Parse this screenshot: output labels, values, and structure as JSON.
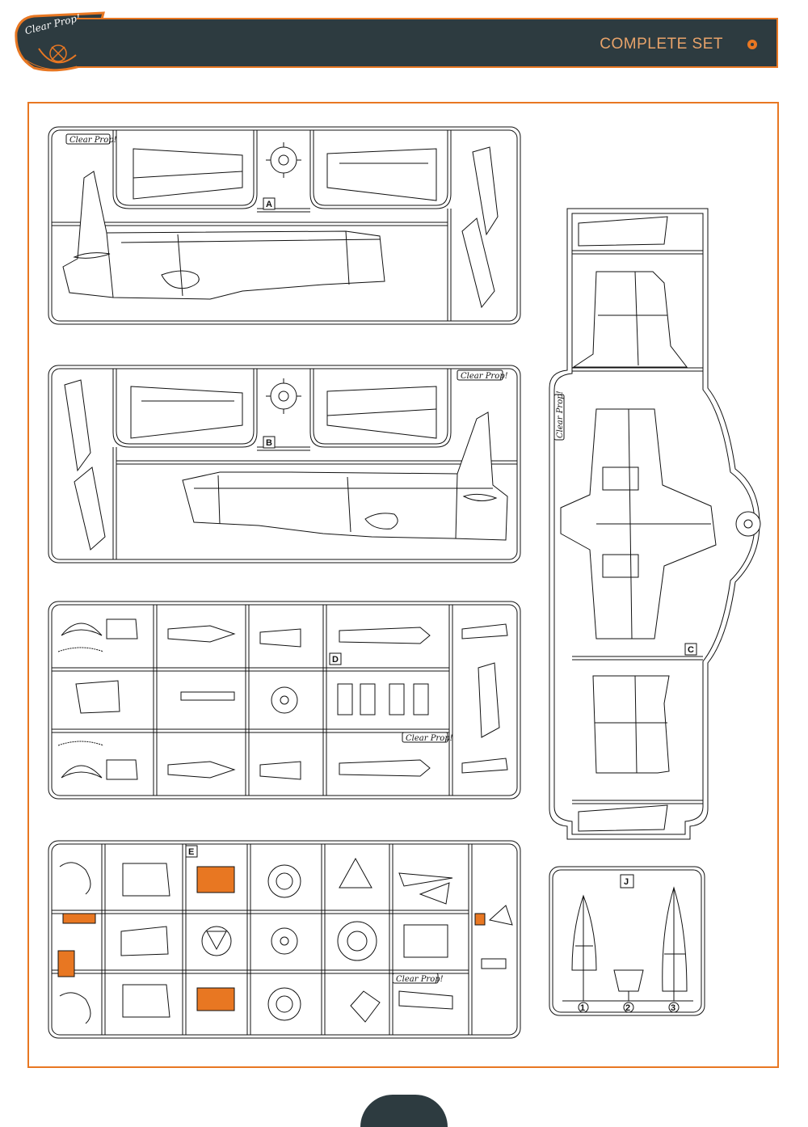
{
  "header": {
    "logo_text": "Clear Prop!",
    "set_label": "COMPLETE SET"
  },
  "sprues": {
    "a": {
      "letter": "A",
      "logo": "Clear Prop!"
    },
    "b": {
      "letter": "B",
      "logo": "Clear Prop!"
    },
    "c": {
      "letter": "C",
      "logo": "Clear Prop!"
    },
    "d": {
      "letter": "D",
      "logo": "Clear Prop!"
    },
    "e": {
      "letter": "E",
      "logo": "Clear Prop!"
    },
    "j": {
      "letter": "J",
      "part_numbers": [
        "1",
        "2",
        "3"
      ]
    }
  },
  "colors": {
    "accent": "#e87722",
    "header_bg": "#2d3b40",
    "line": "#111111"
  }
}
